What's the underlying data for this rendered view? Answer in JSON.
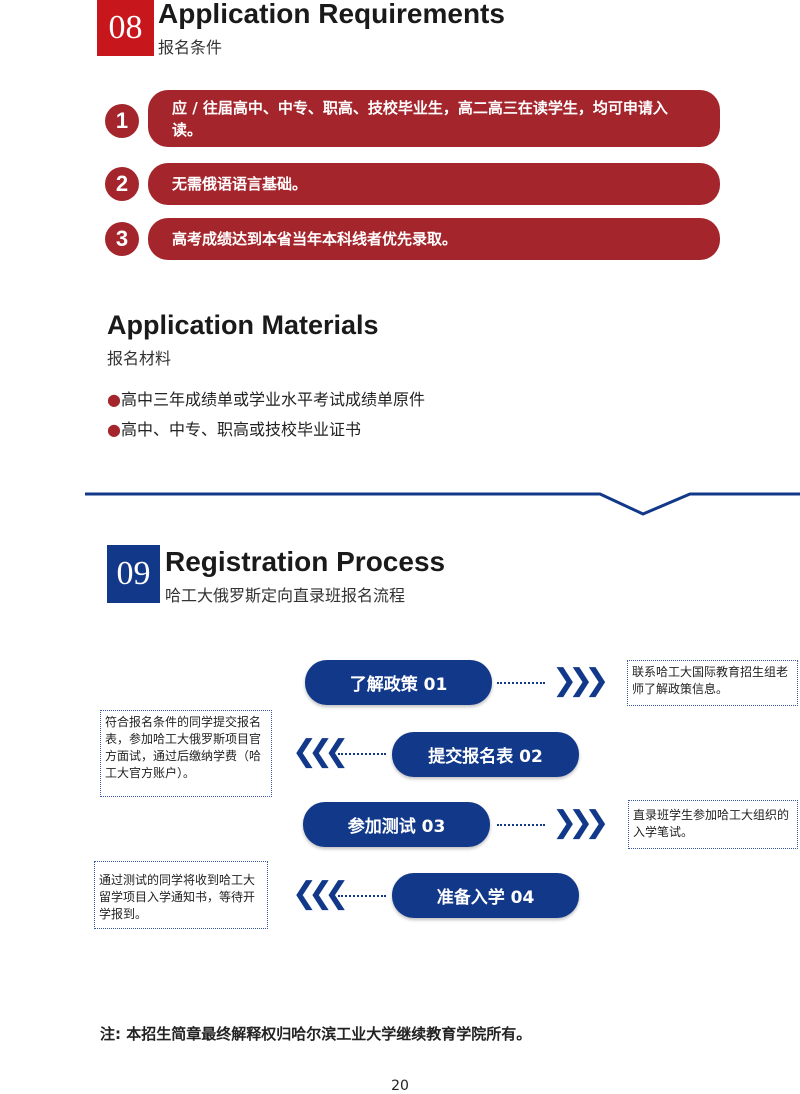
{
  "section08": {
    "number": "08",
    "title": "Application Requirements",
    "subtitle": "报名条件",
    "requirements": [
      {
        "num": "1",
        "text": "应 / 往届高中、中专、职高、技校毕业生，高二高三在读学生，均可申请入读。"
      },
      {
        "num": "2",
        "text": "无需俄语语言基础。"
      },
      {
        "num": "3",
        "text": "高考成绩达到本省当年本科线者优先录取。"
      }
    ]
  },
  "materials": {
    "title": "Application Materials",
    "subtitle": "报名材料",
    "bullet": "●",
    "items": [
      "高中三年成绩单或学业水平考试成绩单原件",
      "高中、中专、职高或技校毕业证书"
    ]
  },
  "section09": {
    "number": "09",
    "title": "Registration Process",
    "subtitle": "哈工大俄罗斯定向直录班报名流程",
    "steps": [
      {
        "label": "了解政策 01",
        "desc": "联系哈工大国际教育招生组老师了解政策信息。"
      },
      {
        "label": "提交报名表 02",
        "desc": "符合报名条件的同学提交报名表，参加哈工大俄罗斯项目官方面试，通过后缴纳学费（哈工大官方账户）。"
      },
      {
        "label": "参加测试 03",
        "desc": "直录班学生参加哈工大组织的入学笔试。"
      },
      {
        "label": "准备入学 04",
        "desc": "通过测试的同学将收到哈工大留学项目入学通知书，等待开学报到。"
      }
    ]
  },
  "note": {
    "label": "注:",
    "text": "本招生简章最终解释权归哈尔滨工业大学继续教育学院所有。"
  },
  "page_number": "20",
  "colors": {
    "red": "#a4262c",
    "badge_red": "#c8161d",
    "blue": "#12388a"
  }
}
